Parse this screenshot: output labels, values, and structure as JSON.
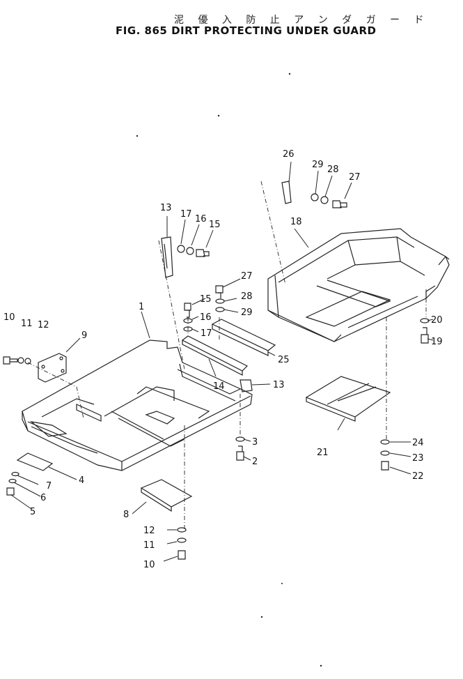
{
  "title_jp": "泥 優 入 防 止   ア ン ダ  ガ ー ド",
  "title": "FIG. 865  DIRT  PROTECTING  UNDER  GUARD",
  "callouts": [
    {
      "id": "c1",
      "text": "1"
    },
    {
      "id": "c2",
      "text": "2"
    },
    {
      "id": "c3",
      "text": "3"
    },
    {
      "id": "c4",
      "text": "4"
    },
    {
      "id": "c5",
      "text": "5"
    },
    {
      "id": "c6",
      "text": "6"
    },
    {
      "id": "c7",
      "text": "7"
    },
    {
      "id": "c8",
      "text": "8"
    },
    {
      "id": "c9",
      "text": "9"
    },
    {
      "id": "c10a",
      "text": "10"
    },
    {
      "id": "c11a",
      "text": "11"
    },
    {
      "id": "c12a",
      "text": "12"
    },
    {
      "id": "c10b",
      "text": "10"
    },
    {
      "id": "c11b",
      "text": "11"
    },
    {
      "id": "c12b",
      "text": "12"
    },
    {
      "id": "c13a",
      "text": "13"
    },
    {
      "id": "c13b",
      "text": "13"
    },
    {
      "id": "c14",
      "text": "14"
    },
    {
      "id": "c15a",
      "text": "15"
    },
    {
      "id": "c15b",
      "text": "15"
    },
    {
      "id": "c16a",
      "text": "16"
    },
    {
      "id": "c16b",
      "text": "16"
    },
    {
      "id": "c17a",
      "text": "17"
    },
    {
      "id": "c17b",
      "text": "17"
    },
    {
      "id": "c18",
      "text": "18"
    },
    {
      "id": "c19",
      "text": "19"
    },
    {
      "id": "c20",
      "text": "20"
    },
    {
      "id": "c21",
      "text": "21"
    },
    {
      "id": "c22",
      "text": "22"
    },
    {
      "id": "c23",
      "text": "23"
    },
    {
      "id": "c24",
      "text": "24"
    },
    {
      "id": "c25",
      "text": "25"
    },
    {
      "id": "c26",
      "text": "26"
    },
    {
      "id": "c27a",
      "text": "27"
    },
    {
      "id": "c27b",
      "text": "27"
    },
    {
      "id": "c28a",
      "text": "28"
    },
    {
      "id": "c28b",
      "text": "28"
    },
    {
      "id": "c29a",
      "text": "29"
    },
    {
      "id": "c29b",
      "text": "29"
    }
  ]
}
